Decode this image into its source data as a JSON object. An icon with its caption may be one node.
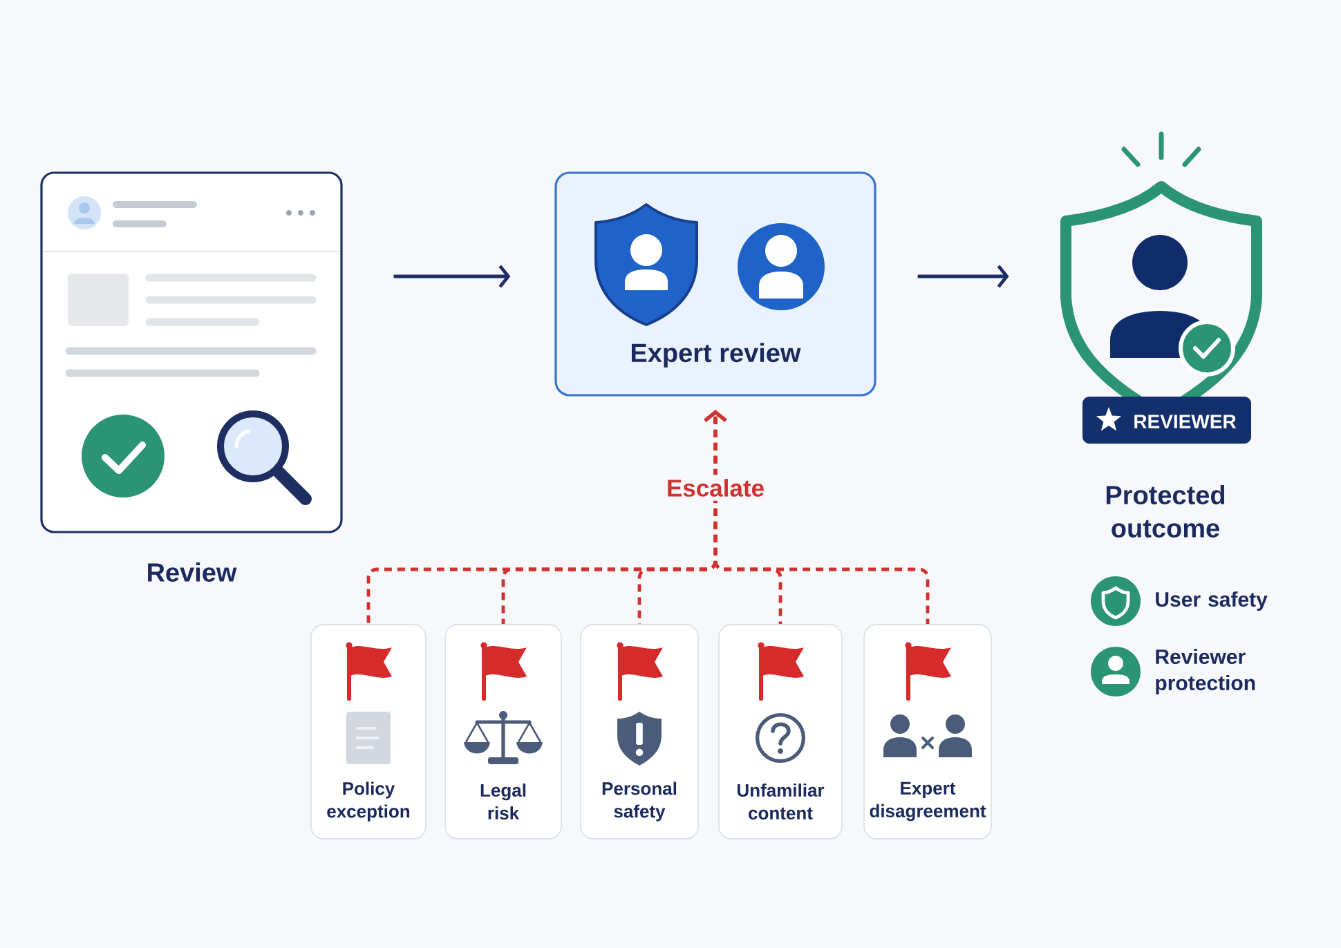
{
  "diagram": {
    "nodes": [
      {
        "text": [
          "Review"
        ]
      },
      {
        "text": [
          "Expert review"
        ]
      },
      {
        "text": [
          "REVIEWER",
          "Protected outcome"
        ]
      },
      {
        "text": [
          "Policy exception"
        ]
      },
      {
        "text": [
          "Legal risk"
        ]
      },
      {
        "text": [
          "Personal safety"
        ]
      },
      {
        "text": [
          "Unfamiliar content"
        ]
      },
      {
        "text": [
          "Expert disagreement"
        ]
      }
    ],
    "edges": [
      {
        "from": 0,
        "to": 1,
        "arrow": "to",
        "color": "#1b2c66"
      },
      {
        "from": 1,
        "to": 2,
        "arrow": "to",
        "color": "#1b2c66"
      },
      {
        "from": 3,
        "to": 1,
        "arrow": "to",
        "style": "dashed"
      },
      {
        "from": 4,
        "to": 1,
        "arrow": "to",
        "style": "dashed"
      },
      {
        "from": 5,
        "to": 1,
        "arrow": "to",
        "style": "dashed",
        "label": "Escalate"
      },
      {
        "from": 6,
        "to": 1,
        "arrow": "to",
        "style": "dashed"
      },
      {
        "from": 7,
        "to": 1,
        "arrow": "to",
        "style": "dashed"
      }
    ],
    "legend": [
      {
        "text": "User safety"
      },
      {
        "text": "Reviewer protection"
      }
    ]
  }
}
